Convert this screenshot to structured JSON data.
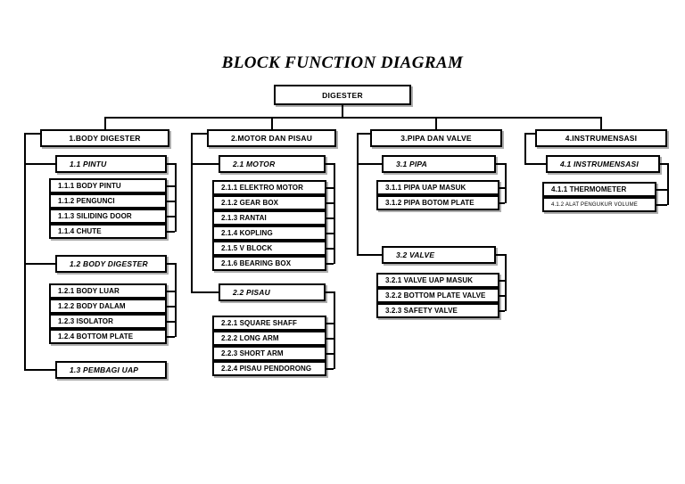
{
  "title": "BLOCK FUNCTION DIAGRAM",
  "root": {
    "label": "DIGESTER"
  },
  "columns": [
    {
      "header": "1.BODY DIGESTER",
      "groups": [
        {
          "label": "1.1 PINTU",
          "children": [
            "1.1.1 BODY PINTU",
            "1.1.2 PENGUNCI",
            "1.1.3 SILIDING DOOR",
            "1.1.4 CHUTE"
          ]
        },
        {
          "label": "1.2 BODY DIGESTER",
          "children": [
            "1.2.1 BODY LUAR",
            "1.2.2 BODY DALAM",
            "1.2.3 ISOLATOR",
            "1.2.4 BOTTOM PLATE"
          ]
        },
        {
          "label": "1.3 PEMBAGI UAP",
          "children": []
        }
      ]
    },
    {
      "header": "2.MOTOR DAN PISAU",
      "groups": [
        {
          "label": "2.1 MOTOR",
          "children": [
            "2.1.1 ELEKTRO MOTOR",
            "2.1.2 GEAR BOX",
            "2.1.3 RANTAI",
            "2.1.4 KOPLING",
            "2.1.5 V BLOCK",
            "2.1.6 BEARING BOX"
          ]
        },
        {
          "label": "2.2 PISAU",
          "children": [
            "2.2.1 SQUARE SHAFF",
            "2.2.2 LONG ARM",
            "2.2.3 SHORT ARM",
            "2.2.4 PISAU PENDORONG"
          ]
        }
      ]
    },
    {
      "header": "3.PIPA DAN VALVE",
      "groups": [
        {
          "label": "3.1 PIPA",
          "children": [
            "3.1.1 PIPA UAP MASUK",
            "3.1.2 PIPA BOTOM PLATE"
          ]
        },
        {
          "label": "3.2 VALVE",
          "children": [
            "3.2.1 VALVE UAP MASUK",
            "3.2.2 BOTTOM PLATE VALVE",
            "3.2.3 SAFETY VALVE"
          ]
        }
      ]
    },
    {
      "header": "4.INSTRUMENSASI",
      "groups": [
        {
          "label": "4.1 INSTRUMENSASI",
          "children": [
            "4.1.1 THERMOMETER",
            "4.1.2 ALAT PENGUKUR VOLUME"
          ]
        }
      ]
    }
  ]
}
